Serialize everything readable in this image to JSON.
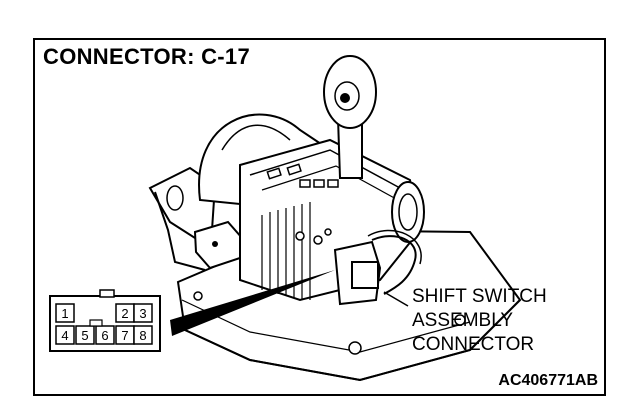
{
  "title": "CONNECTOR: C-17",
  "callout": {
    "line1": "SHIFT SWITCH",
    "line2": "ASSEMBLY",
    "line3": "CONNECTOR"
  },
  "image_code": "AC406771AB",
  "connector_pins": {
    "top_row": [
      "1",
      "2",
      "3"
    ],
    "bottom_row": [
      "4",
      "5",
      "6",
      "7",
      "8"
    ]
  }
}
